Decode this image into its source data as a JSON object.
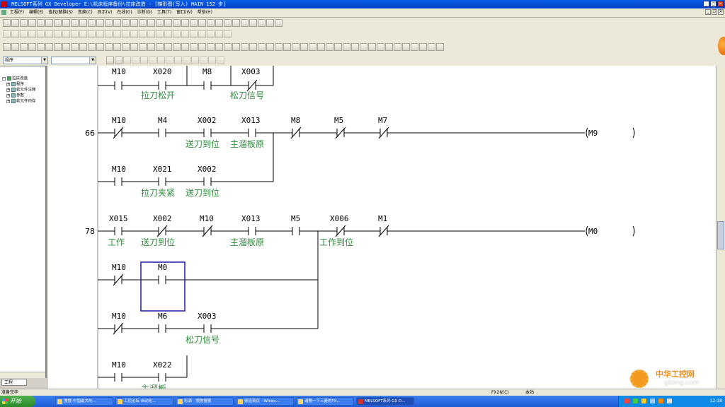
{
  "window": {
    "title": "MELSOFT系列 GX Developer E:\\机床程序备份\\拉床改造 - [梯形图(写入)    MAIN    152 步]"
  },
  "menu": {
    "items": [
      "工程(F)",
      "编辑(E)",
      "查找/替换(S)",
      "变换(C)",
      "显示(V)",
      "在线(O)",
      "诊断(D)",
      "工具(T)",
      "窗口(W)",
      "帮助(H)"
    ]
  },
  "combos": {
    "program_type": "程序",
    "device": ""
  },
  "tree": {
    "root": "拉床改造",
    "items": [
      "程序",
      "软元件注释",
      "参数",
      "软元件内存"
    ],
    "tab_label": "工程"
  },
  "ladder": {
    "rung_66_step": "66",
    "rung_78_step": "78",
    "top": {
      "c1": "M10",
      "c2": "X020",
      "c2_cmt": "拉刀松开",
      "c3": "M8",
      "c4": "X003",
      "c4_cmt": "松刀信号"
    },
    "r66": {
      "c1": "M10",
      "c2": "M4",
      "c3": "X002",
      "c3_cmt": "送刀到位",
      "c4": "X013",
      "c4_cmt": "主溜板原",
      "c5": "M8",
      "c6": "M5",
      "c7": "M7",
      "coil": "M9",
      "b1": "M10",
      "b2": "X021",
      "b2_cmt": "拉刀夹紧",
      "b3": "X002",
      "b3_cmt": "送刀到位"
    },
    "r78": {
      "c1": "X015",
      "c1_cmt": "工作",
      "c2": "X002",
      "c2_cmt": "送刀到位",
      "c3": "M10",
      "c4": "X013",
      "c4_cmt": "主溜板原",
      "c5": "M5",
      "c6": "X006",
      "c6_cmt": "工作到位",
      "c7": "M1",
      "coil": "M0",
      "b1": "M10",
      "b2": "M0",
      "p1": "M10",
      "p2": "M6",
      "p3": "X003",
      "p3_cmt": "松刀信号",
      "q1": "M10",
      "q2": "X022",
      "q2_cmt": "主溜板...."
    }
  },
  "status": {
    "left": "准备完毕",
    "mid": "FX2N(C)",
    "right": "本站"
  },
  "taskbar": {
    "start": "开始",
    "tasks": [
      "搜搜-中国最大的...",
      "工控论坛 自动化...",
      "彩源 - 搜狗搜索",
      "频道首页 - Windo...",
      "请教一下三菱的FX...",
      "MELSOFT系列 GX D..."
    ],
    "clock": "12:18"
  },
  "watermark": {
    "text": "中华工控网",
    "url": "gkong.com"
  }
}
